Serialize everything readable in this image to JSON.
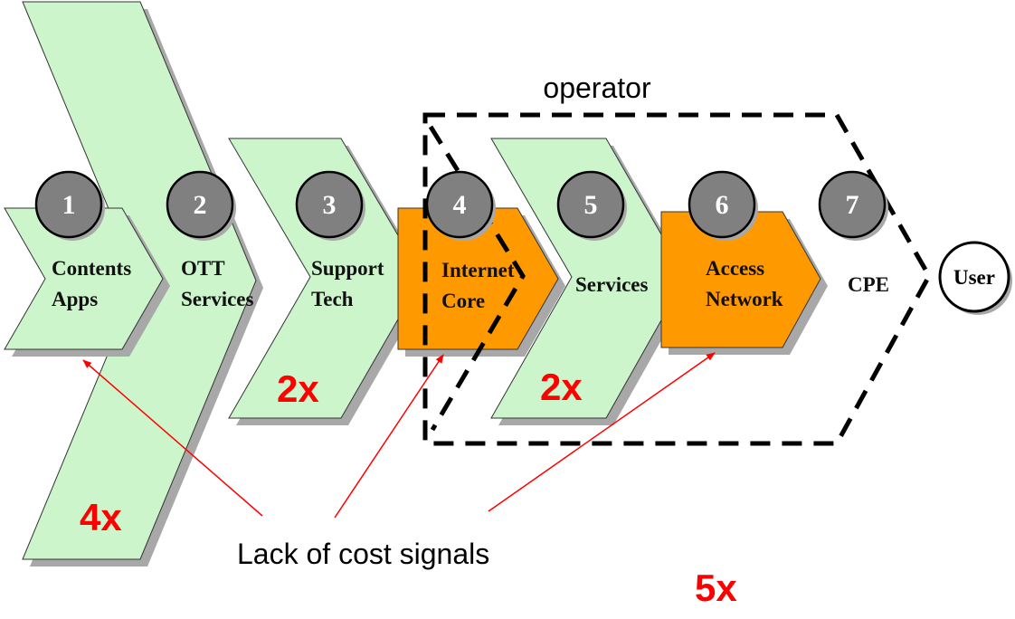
{
  "colors": {
    "green": "#ccf5cc",
    "orange": "#ff9900",
    "circle": "#808080",
    "accent": "#ff0000",
    "shadow": "#a8a8a8"
  },
  "stages": [
    {
      "number": "1",
      "line1": "Contents",
      "line2": "Apps"
    },
    {
      "number": "2",
      "line1": "OTT",
      "line2": "Services"
    },
    {
      "number": "3",
      "line1": "Support",
      "line2": "Tech"
    },
    {
      "number": "4",
      "line1": "Internet",
      "line2": "Core"
    },
    {
      "number": "5",
      "line1": "Services",
      "line2": ""
    },
    {
      "number": "6",
      "line1": "Access",
      "line2": "Network"
    },
    {
      "number": "7",
      "line1": "CPE",
      "line2": ""
    }
  ],
  "operator_label": "operator",
  "user_label": "User",
  "caption": "Lack of cost signals",
  "multipliers": {
    "m4x": "4x",
    "support": "2x",
    "services": "2x",
    "m5x": "5x"
  }
}
